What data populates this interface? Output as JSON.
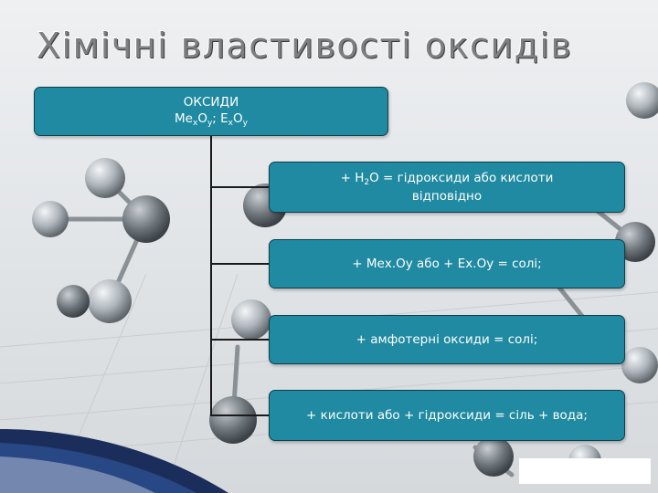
{
  "title": "Хімічні властивості оксидів",
  "root": {
    "line1": "ОКСИДИ",
    "formula": {
      "a": "Me",
      "ax": "x",
      "b": "O",
      "by": "y",
      "sep": "; ",
      "c": "E",
      "cx": "x",
      "d": "O",
      "dy": "y"
    }
  },
  "reactions": {
    "r1": {
      "pre": "+ H",
      "sub": "2",
      "post": "O = гідроксиди або кислоти",
      "line2": "відповідно"
    },
    "r2": "+ Мех.Оу або + Ех.Оу = солі;",
    "r3": "+ амфотерні оксиди = солі;",
    "r4": "+ кислоти або + гідроксиди = сіль + вода;"
  },
  "colors": {
    "box": "#1f8aa1",
    "title": "#7d7f80"
  }
}
